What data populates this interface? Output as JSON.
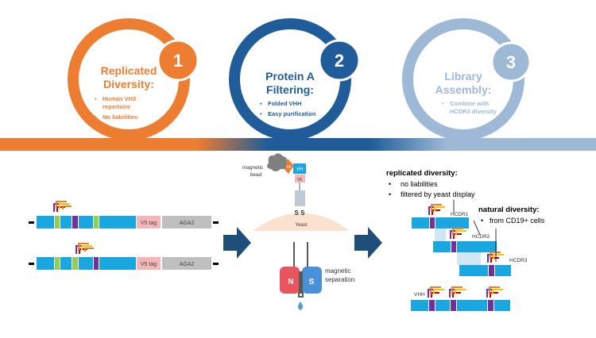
{
  "steps": [
    {
      "number": "1",
      "title_line1": "Replicated",
      "title_line2": "Diversity:",
      "bullets": [
        "Human VH3",
        "repertoire",
        "No liabilities"
      ],
      "color": "#ED7D31"
    },
    {
      "number": "2",
      "title_line1": "Protein A",
      "title_line2": "Filtering:",
      "bullets": [
        "Folded VHH",
        "Easy purification"
      ],
      "color": "#1F5C99"
    },
    {
      "number": "3",
      "title_line1": "Library",
      "title_line2": "Assembly:",
      "bullets": [
        "Combine with",
        "HCDR3 diversity"
      ],
      "color": "#9DB9D6"
    }
  ],
  "constructs": {
    "v5_label": "V5 tag",
    "aga2_label": "AGA2"
  },
  "yeast": {
    "bead_label_line1": "magnetic",
    "bead_label_line2": "bead",
    "pra_label": "PrA",
    "vh_label": "VH",
    "v5_label": "V5",
    "ss_label": "S S",
    "yeast_label": "Yeast",
    "magnet_n": "N",
    "magnet_s": "S",
    "separation_line1": "magnetic",
    "separation_line2": "separation"
  },
  "assembly": {
    "replicated_title": "replicated diversity:",
    "replicated_bullets": [
      "no liabilities",
      "filtered by yeast display"
    ],
    "natural_title": "natural diversity:",
    "natural_bullets": [
      "from CD19+ cells"
    ],
    "hcdr1": "HCDR1",
    "hcdr2": "HCDR2",
    "hcdr3": "HCDR3",
    "vhh": "VHH"
  },
  "colors": {
    "orange": "#ED7D31",
    "blue": "#1F5C99",
    "light_blue": "#9DB9D6",
    "segment": "#1AA7E0",
    "purple": "#7030A0",
    "green": "#92D050",
    "v5": "#F4B6B6",
    "aga2": "#BFBFBF",
    "arrow": "#1F4E79"
  }
}
